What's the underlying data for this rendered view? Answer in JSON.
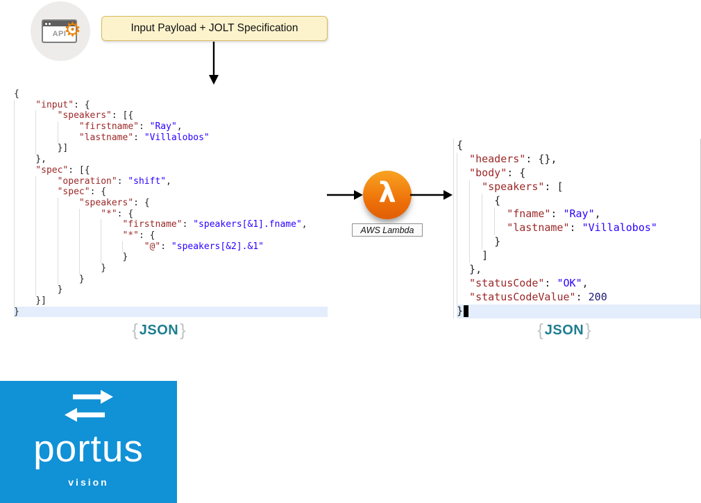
{
  "flow": {
    "banner_label": "Input Payload + JOLT Specification",
    "api_icon_label": "API",
    "lambda_label": "AWS Lambda"
  },
  "left_panel": {
    "code": {
      "indent": 4,
      "highlight_line": 20,
      "cursor": false,
      "lines": [
        "{",
        "    \"input\": {",
        "        \"speakers\": [{",
        "            \"firstname\": \"Ray\",",
        "            \"lastname\": \"Villalobos\"",
        "        }]",
        "    },",
        "    \"spec\": [{",
        "        \"operation\": \"shift\",",
        "        \"spec\": {",
        "            \"speakers\": {",
        "                \"*\": {",
        "                    \"firstname\": \"speakers[&1].fname\",",
        "                    \"*\": {",
        "                        \"@\": \"speakers[&2].&1\"",
        "                    }",
        "                }",
        "            }",
        "        }",
        "    }]",
        "}"
      ]
    },
    "footer_label": {
      "open": "{",
      "text": "JSON",
      "close": "}"
    }
  },
  "right_panel": {
    "code": {
      "indent": 2,
      "highlight_line": 12,
      "cursor": true,
      "lines": [
        "{",
        "  \"headers\": {},",
        "  \"body\": {",
        "    \"speakers\": [",
        "      {",
        "        \"fname\": \"Ray\",",
        "        \"lastname\": \"Villalobos\"",
        "      }",
        "    ]",
        "  },",
        "  \"statusCode\": \"OK\",",
        "  \"statusCodeValue\": 200",
        "}"
      ]
    },
    "footer_label": {
      "open": "{",
      "text": "JSON",
      "close": "}"
    }
  },
  "logo": {
    "name": "portus",
    "tagline": "vision"
  },
  "colors": {
    "key": "#9c2727",
    "string": "#2a00ff",
    "number": "#191970",
    "punct": "#222222",
    "highlight": "#e3edfb",
    "accent_teal": "#1f7d90",
    "lambda_orange": "#ee7109",
    "logo_blue": "#1191d6"
  }
}
